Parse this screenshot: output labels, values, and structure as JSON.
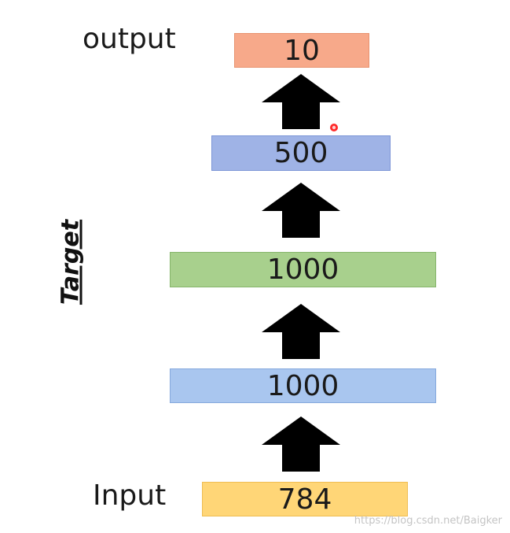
{
  "labels": {
    "output": "output",
    "input": "Input",
    "target": "Target"
  },
  "layers": {
    "output": {
      "value": "10",
      "color": "#f7a98a",
      "border": "#e8936f"
    },
    "hidden3": {
      "value": "500",
      "color": "#9fb3e6",
      "border": "#7c95d6"
    },
    "hidden2": {
      "value": "1000",
      "color": "#a8d08d",
      "border": "#86b56b"
    },
    "hidden1": {
      "value": "1000",
      "color": "#a9c6ef",
      "border": "#86a9dd"
    },
    "input": {
      "value": "784",
      "color": "#ffd677",
      "border": "#efbd52"
    }
  },
  "arrow_color": "#000000",
  "watermark": "https://blog.csdn.net/Baigker"
}
